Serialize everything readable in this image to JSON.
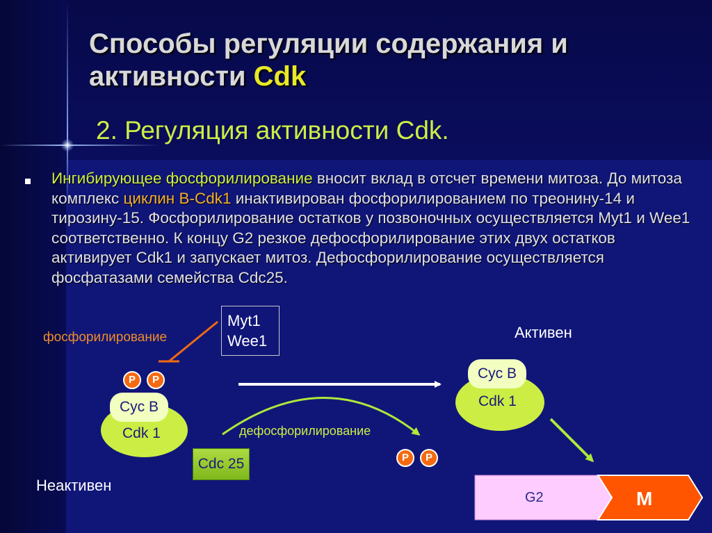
{
  "slide": {
    "title_line1": "Способы регуляции содержания и",
    "title_line2_prefix": "активности ",
    "title_line2_accent": "Cdk",
    "subtitle": "2. Регуляция активности Cdk.",
    "accent_colors": {
      "yellow": "#e8e826",
      "lime": "#ccee44",
      "orange": "#f08c28"
    }
  },
  "bullet": {
    "highlight_inhibiting": "Ингибирующее фосфорилирование",
    "text_1": " вносит вклад в отсчет времени митоза. До митоза комплекс ",
    "highlight_cyclin": "циклин B-Cdk1",
    "text_2": " инактивирован фосфорилированием по треонину-14 и тирозину-15. Фосфорилирование остатков у позвоночных осуществляется Myt1 и Wee1 соответственно. К концу G2 резкое дефосфорилирование этих двух остатков активирует Cdk1 и запускает митоз. Дефосфорилирование осуществляется фосфатазами семейства Cdc25."
  },
  "diagram": {
    "kinase_box": {
      "line1": "Myt1",
      "line2": "Wee1"
    },
    "phosphorylation_label": "фосфорилирование",
    "dephosphorylation_label": "дефосфорилирование",
    "active_label": "Активен",
    "inactive_label": "Неактивен",
    "phosphate_label": "P",
    "cyclin_label": "Cyc B",
    "cdk_label": "Cdk 1",
    "phosphatase_label": "Cdc 25",
    "phase_g2": "G2",
    "phase_m": "M"
  }
}
